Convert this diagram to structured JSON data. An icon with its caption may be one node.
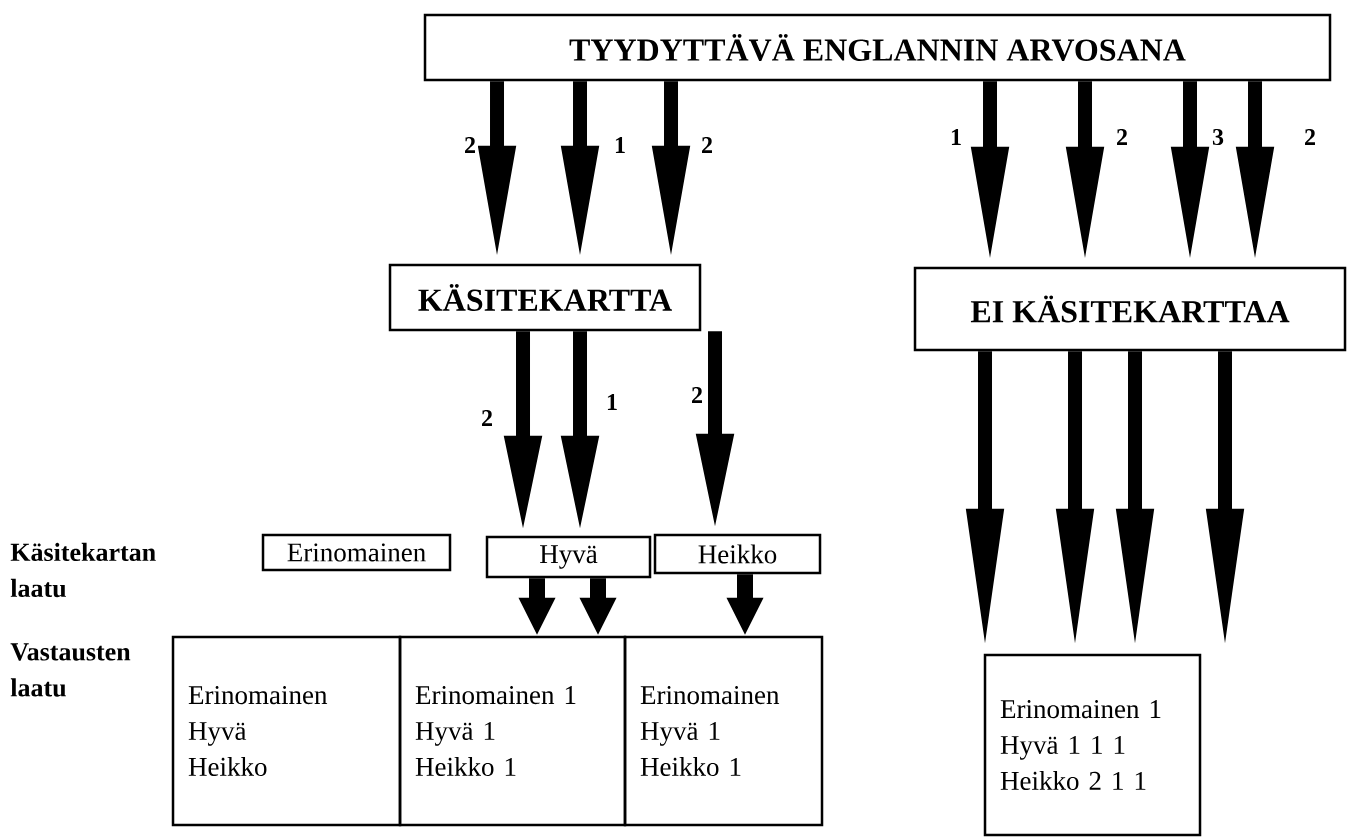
{
  "diagram": {
    "nodes": [
      {
        "text": [
          "TYYDYTTÄVÄ ENGLANNIN ARVOSANA"
        ]
      },
      {
        "text": [
          "KÄSITEKARTTA"
        ]
      },
      {
        "text": [
          "EI KÄSITEKARTTAA"
        ]
      },
      {
        "text": [
          "Erinomainen"
        ]
      },
      {
        "text": [
          "Hyvä"
        ]
      },
      {
        "text": [
          "Heikko"
        ]
      },
      {
        "text": [
          "Erinomainen",
          "Hyvä",
          "Heikko"
        ]
      },
      {
        "text": [
          "Erinomainen 1",
          "Hyvä 1",
          "Heikko 1"
        ]
      },
      {
        "text": [
          "Erinomainen",
          "Hyvä 1",
          "Heikko 1"
        ]
      },
      {
        "text": [
          "Erinomainen 1",
          "Hyvä 1 1 1",
          "Heikko 2 1 1"
        ]
      }
    ],
    "edges": [
      {
        "from": 0,
        "to": 1,
        "arrow": "to",
        "label": "2"
      },
      {
        "from": 0,
        "to": 1,
        "arrow": "to",
        "label": "1"
      },
      {
        "from": 0,
        "to": 1,
        "arrow": "to",
        "label": "2"
      },
      {
        "from": 0,
        "to": 2,
        "arrow": "to",
        "label": "1"
      },
      {
        "from": 0,
        "to": 2,
        "arrow": "to",
        "label": "2"
      },
      {
        "from": 0,
        "to": 2,
        "arrow": "to",
        "label": "3"
      },
      {
        "from": 0,
        "to": 2,
        "arrow": "to",
        "label": "2"
      },
      {
        "from": 1,
        "to": 4,
        "arrow": "to",
        "label": "2"
      },
      {
        "from": 1,
        "to": 4,
        "arrow": "to",
        "label": "1"
      },
      {
        "from": 1,
        "to": 5,
        "arrow": "to",
        "label": "2"
      },
      {
        "from": 2,
        "to": 9,
        "arrow": "to"
      },
      {
        "from": 2,
        "to": 9,
        "arrow": "to"
      },
      {
        "from": 2,
        "to": 9,
        "arrow": "to"
      },
      {
        "from": 2,
        "to": 9,
        "arrow": "to"
      },
      {
        "from": 4,
        "to": 7,
        "arrow": "to"
      },
      {
        "from": 4,
        "to": 7,
        "arrow": "to"
      },
      {
        "from": 5,
        "to": 8,
        "arrow": "to"
      }
    ],
    "labels": [
      "Käsitekartan laatu",
      "Vastausten laatu"
    ]
  }
}
